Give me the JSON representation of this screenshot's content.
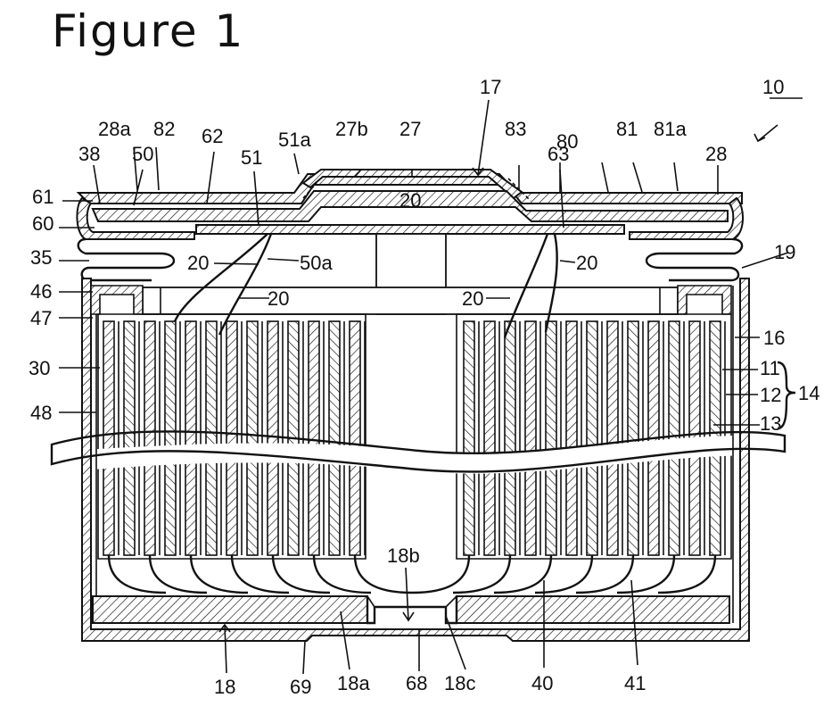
{
  "figure": {
    "title": "Figure 1",
    "labels": {
      "l10": "10",
      "l17": "17",
      "l28a": "28a",
      "l82": "82",
      "l62": "62",
      "l51a": "51a",
      "l27b": "27b",
      "l27": "27",
      "l83": "83",
      "l80": "80",
      "l81": "81",
      "l81a": "81a",
      "l28": "28",
      "l38": "38",
      "l50": "50",
      "l51": "51",
      "l63": "63",
      "l61": "61",
      "l60": "60",
      "l20_center": "20",
      "l35": "35",
      "l20_a": "20",
      "l50a": "50a",
      "l20_b": "20",
      "l19": "19",
      "l46": "46",
      "l20_c": "20",
      "l20_d": "20",
      "l47": "47",
      "l16": "16",
      "l30": "30",
      "l11": "11",
      "l12": "12",
      "l14": "14",
      "l48": "48",
      "l13": "13",
      "l18b": "18b",
      "l18": "18",
      "l69": "69",
      "l18a": "18a",
      "l68": "68",
      "l18c": "18c",
      "l40": "40",
      "l41": "41"
    }
  }
}
